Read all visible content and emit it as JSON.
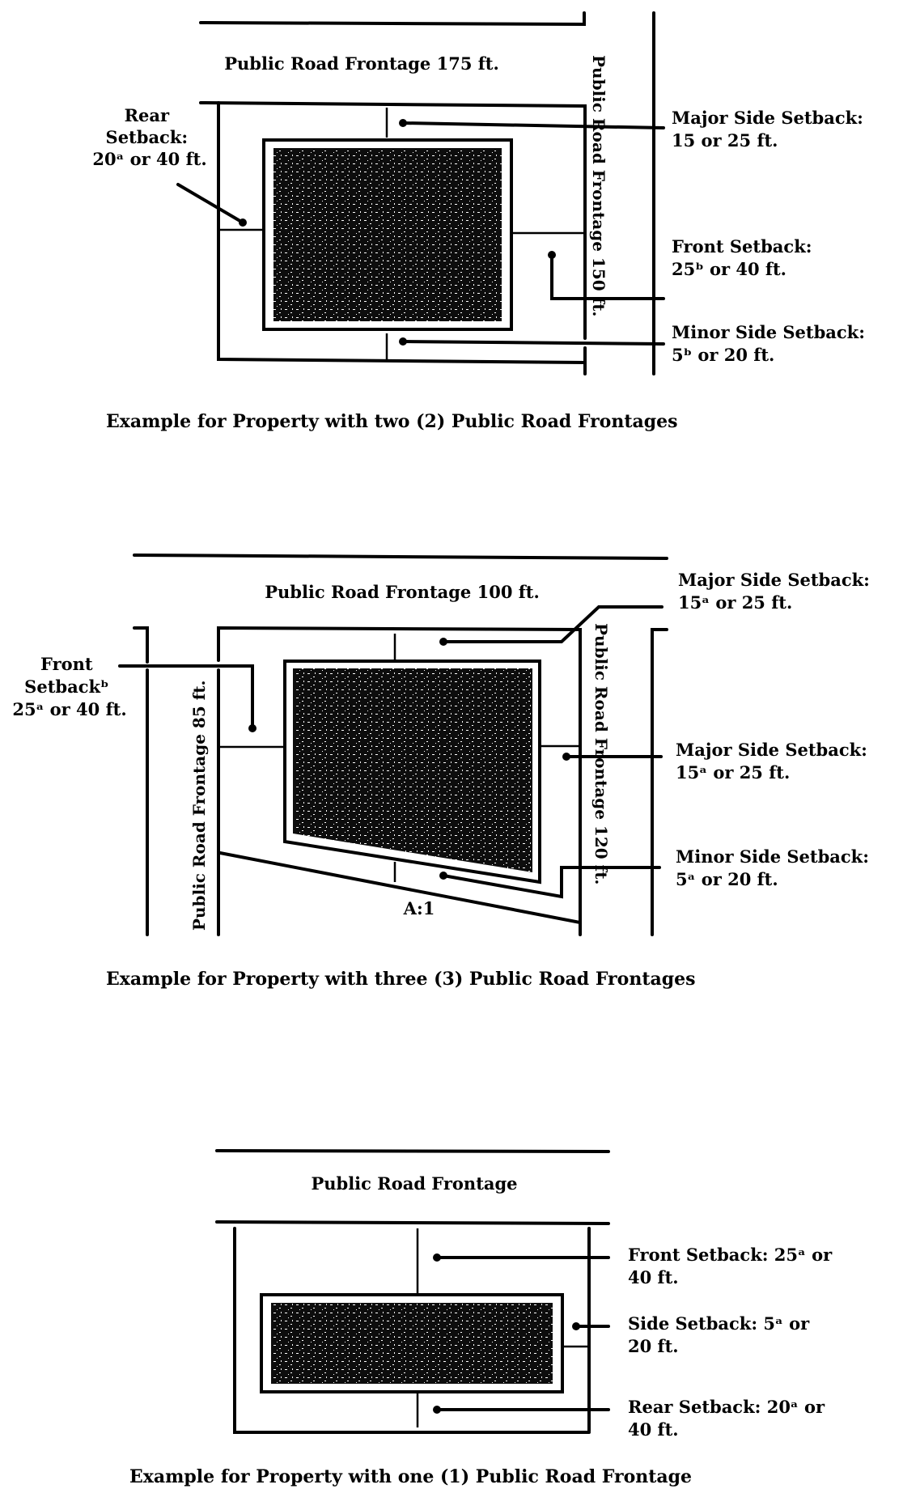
{
  "diagrams": [
    {
      "id": "two-frontages",
      "top_road_label": "Public Road Frontage 175 ft.",
      "side_road_label": "Public Road Frontage 150 ft.",
      "callouts": {
        "rear": [
          "Rear",
          "Setback:",
          "20ᵃ or 40 ft."
        ],
        "major_side": [
          "Major Side Setback:",
          "15 or 25 ft."
        ],
        "front": [
          "Front Setback:",
          "25ᵇ or 40 ft."
        ],
        "minor_side": [
          "Minor Side Setback:",
          "5ᵇ or 20 ft."
        ]
      },
      "caption": "Example for Property with two (2) Public Road Frontages"
    },
    {
      "id": "three-frontages",
      "top_road_label": "Public Road Frontage 100 ft.",
      "left_road_label": "Public Road Frontage 85 ft.",
      "right_road_label": "Public Road Frontage 120 ft.",
      "corner_label": "A:1",
      "callouts": {
        "front": [
          "Front",
          "Setbackᵇ",
          "25ᵃ or 40 ft."
        ],
        "major_side_top": [
          "Major Side Setback:",
          "15ᵃ or 25 ft."
        ],
        "major_side_mid": [
          "Major Side Setback:",
          "15ᵃ or 25 ft."
        ],
        "minor_side": [
          "Minor Side Setback:",
          "5ᵃ or 20 ft."
        ]
      },
      "caption": "Example for Property with three (3) Public Road Frontages"
    },
    {
      "id": "one-frontage",
      "top_road_label": "Public Road Frontage",
      "callouts": {
        "front": [
          "Front Setback: 25ᵃ or",
          "40 ft."
        ],
        "side": [
          "Side Setback: 5ᵃ or",
          "20 ft."
        ],
        "rear": [
          "Rear Setback: 20ᵃ or",
          "40 ft."
        ]
      },
      "caption": "Example for Property with one (1) Public Road Frontage"
    }
  ],
  "colors": {
    "ink": "#000000",
    "paper": "#ffffff",
    "building": "#111111"
  }
}
